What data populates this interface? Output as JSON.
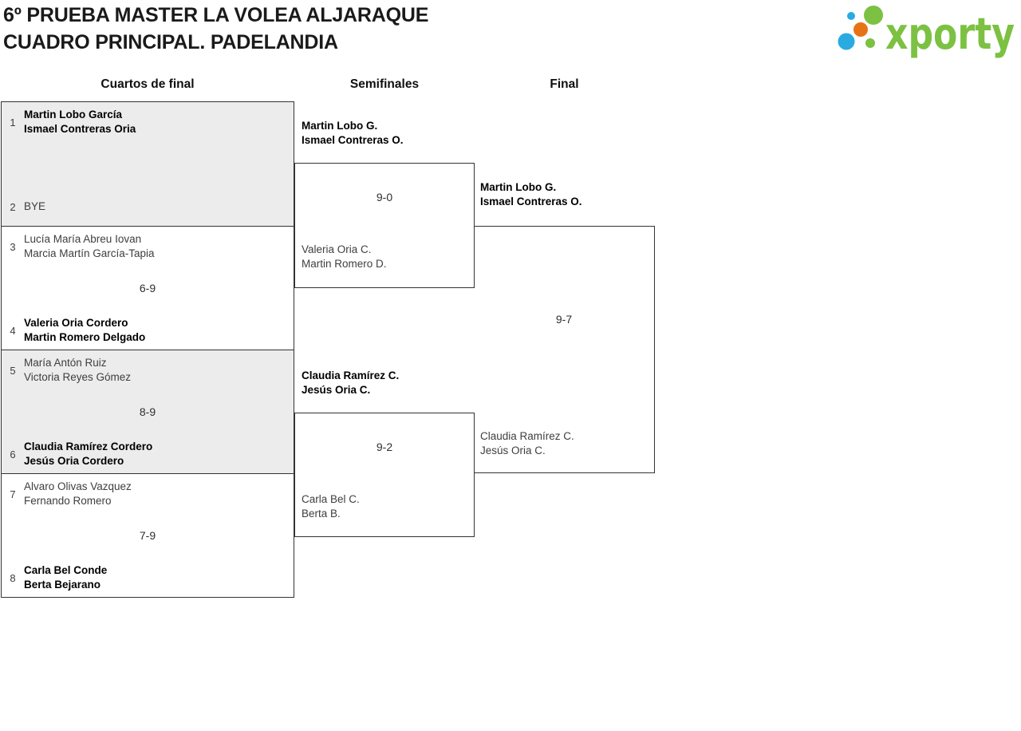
{
  "header": {
    "title_line1": "6º PRUEBA MASTER LA VOLEA ALJARAQUE",
    "title_line2": "CUADRO PRINCIPAL. PADELANDIA",
    "logo_text": "xporty"
  },
  "columns": [
    {
      "label": "Cuartos de final"
    },
    {
      "label": "Semifinales"
    },
    {
      "label": "Final"
    }
  ],
  "quarterfinals": [
    {
      "score": "",
      "team1": {
        "seed": "1",
        "line1": "Martin Lobo García",
        "line2": "Ismael Contreras Oria",
        "winner": true
      },
      "team2": {
        "seed": "2",
        "line1": "BYE",
        "line2": "",
        "winner": false
      }
    },
    {
      "score": "6-9",
      "team1": {
        "seed": "3",
        "line1": "Lucía María Abreu Iovan",
        "line2": "Marcia Martín García-Tapia",
        "winner": false
      },
      "team2": {
        "seed": "4",
        "line1": "Valeria Oria Cordero",
        "line2": "Martin Romero Delgado",
        "winner": true
      }
    },
    {
      "score": "8-9",
      "team1": {
        "seed": "5",
        "line1": "María Antón Ruiz",
        "line2": "Victoria Reyes Gómez",
        "winner": false
      },
      "team2": {
        "seed": "6",
        "line1": "Claudia Ramírez Cordero",
        "line2": "Jesús Oria Cordero",
        "winner": true
      }
    },
    {
      "score": "7-9",
      "team1": {
        "seed": "7",
        "line1": "Alvaro Olivas Vazquez",
        "line2": "Fernando Romero",
        "winner": false
      },
      "team2": {
        "seed": "8",
        "line1": "Carla Bel Conde",
        "line2": "Berta Bejarano",
        "winner": true
      }
    }
  ],
  "semifinals": [
    {
      "score": "9-0",
      "team1": {
        "line1": "Martin Lobo G.",
        "line2": "Ismael Contreras O.",
        "winner": true
      },
      "team2": {
        "line1": "Valeria Oria C.",
        "line2": "Martin Romero D.",
        "winner": false
      }
    },
    {
      "score": "9-2",
      "team1": {
        "line1": "Claudia Ramírez C.",
        "line2": "Jesús Oria C.",
        "winner": true
      },
      "team2": {
        "line1": "Carla Bel C.",
        "line2": "Berta B.",
        "winner": false
      }
    }
  ],
  "final": {
    "score": "9-7",
    "team1": {
      "line1": "Martin Lobo G.",
      "line2": "Ismael Contreras O.",
      "winner": true
    },
    "team2": {
      "line1": "Claudia Ramírez C.",
      "line2": "Jesús Oria C.",
      "winner": false
    }
  },
  "colors": {
    "logo_green": "#7cc142",
    "logo_blue": "#29abe2",
    "logo_orange": "#e87314",
    "border": "#333333",
    "shaded_fill": "#ececec"
  }
}
